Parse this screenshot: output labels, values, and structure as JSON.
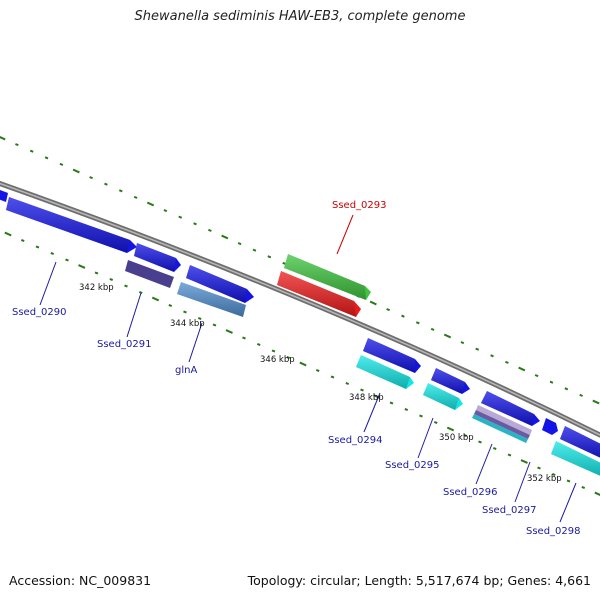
{
  "title": "Shewanella sediminis HAW-EB3, complete genome",
  "footer": {
    "accession": "Accession: NC_009831",
    "summary": "Topology: circular; Length: 5,517,674 bp; Genes: 4,661"
  },
  "colors": {
    "backbone": "#8a8a8a",
    "tick": "#2a7a1a",
    "gene_label": "#1a1aa0",
    "highlight_label": "#cc0000",
    "cds_blue": "#1414e6",
    "cds_cyan": "#14e6e6",
    "rna_dark": "#4a3f8f",
    "rna_steel": "#4f8ecf",
    "green": "#3ec43e",
    "red": "#ee1a1a"
  },
  "ruler": [
    "342 kbp",
    "344 kbp",
    "346 kbp",
    "348 kbp",
    "350 kbp",
    "352 kbp"
  ],
  "genes": [
    "Ssed_0290",
    "Ssed_0291",
    "glnA",
    "Ssed_0293",
    "Ssed_0294",
    "Ssed_0295",
    "Ssed_0296",
    "Ssed_0297",
    "Ssed_0298"
  ]
}
